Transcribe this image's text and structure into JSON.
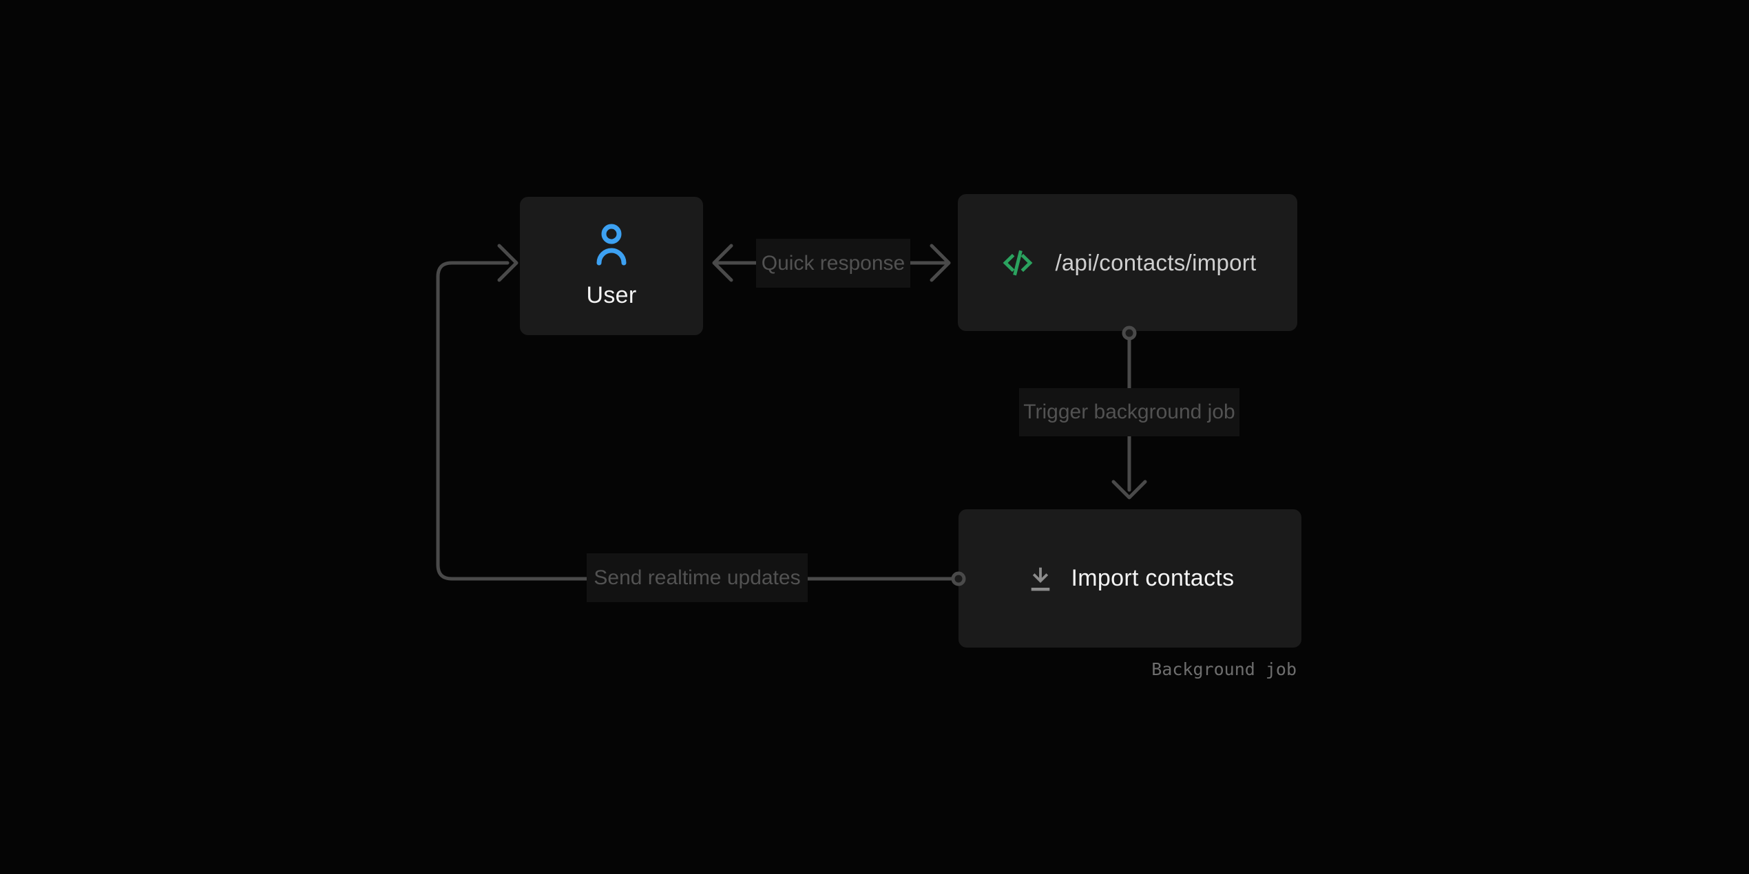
{
  "diagram": {
    "nodes": {
      "user": {
        "label": "User",
        "icon": "user-icon"
      },
      "api": {
        "label": "/api/contacts/import",
        "icon": "code-icon"
      },
      "background_job": {
        "label": "Import contacts",
        "icon": "download-icon",
        "caption": "Background job"
      }
    },
    "edges": {
      "quick_response": {
        "label": "Quick response",
        "from": "api",
        "to": "user",
        "direction": "both"
      },
      "trigger_background_job": {
        "label": "Trigger background job",
        "from": "api",
        "to": "background_job",
        "direction": "down"
      },
      "send_realtime_updates": {
        "label": "Send realtime updates",
        "from": "background_job",
        "to": "user",
        "direction": "loop-left-up"
      }
    },
    "colors": {
      "background": "#050505",
      "node_background": "#1b1b1b",
      "label_background": "#121212",
      "line": "#4a4a4a",
      "label_text": "#525252",
      "node_text": "#f4f4f4",
      "api_text": "#cfcfcf",
      "caption_text": "#6e6e6e",
      "user_icon": "#3da1f2",
      "code_icon": "#2ba35f",
      "download_icon": "#8c8c8c"
    }
  }
}
